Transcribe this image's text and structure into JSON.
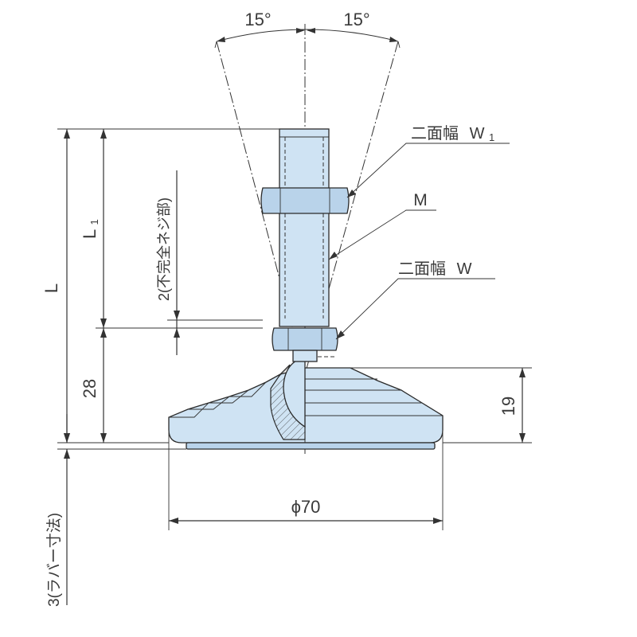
{
  "labels": {
    "angle_left": "15°",
    "angle_right": "15°",
    "width_across_flats_w1_prefix": "二面幅",
    "width_across_flats_w1_symbol": "W",
    "width_across_flats_w1_sub": "1",
    "thread": "M",
    "width_across_flats_w_prefix": "二面幅",
    "width_across_flats_w_symbol": "W",
    "length_total": "L",
    "length_thread_symbol": "L",
    "length_thread_sub": "1",
    "incomplete_thread": "2(不完全ネジ部)",
    "height_28": "28",
    "height_19": "19",
    "diameter": "ϕ70",
    "rubber": "3(ラバー寸法)"
  },
  "colors": {
    "part_fill": "#cfe3f3",
    "part_fill_dark": "#b9d3ea",
    "line": "#333333",
    "text": "#3a3a3a"
  }
}
